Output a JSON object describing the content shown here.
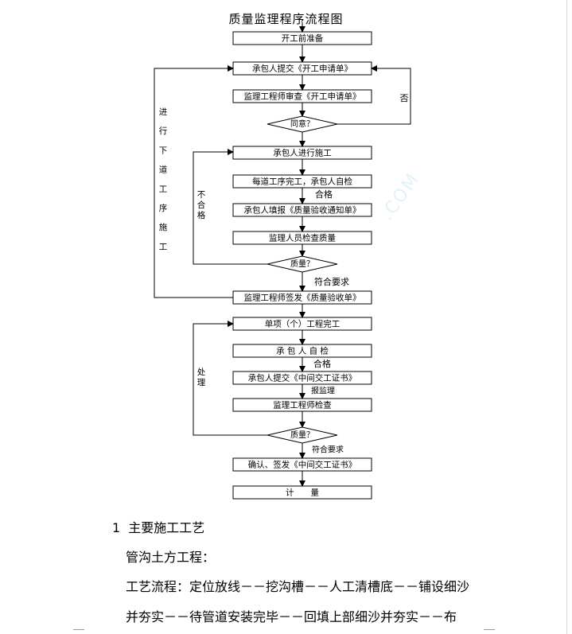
{
  "title": "质量监理程序流程图",
  "flow": {
    "boxes": [
      "开工前准备",
      "承包人提交《开工申请单》",
      "监理工程师审查《开工申请单》",
      "承包人进行施工",
      "每道工序完工，承包人自检",
      "承包人填报《质量验收通知单》",
      "监理人员检查质量",
      "监理工程师签发《质量验收单》",
      "单项（个）工程完工",
      "承 包 人 自 检",
      "承包人提交《中间交工证书》",
      "监理工程师检查",
      "确认、签发《中间交工证书》",
      "计　　量"
    ],
    "decisions": [
      "同意？",
      "质量？",
      "质量？"
    ],
    "labels": {
      "no": "否",
      "pass1": "合格",
      "pass2": "合格",
      "meets1": "符合要求",
      "meets2": "符合要求",
      "report": "报监理",
      "fail_chars": [
        "不",
        "合",
        "格"
      ],
      "handle_chars": [
        "处",
        "理"
      ],
      "next_chars": [
        "进",
        "行",
        "下",
        "道",
        "工",
        "序",
        "施",
        "工"
      ]
    }
  },
  "watermark": ".COM",
  "section": {
    "number": "1",
    "heading": "主要施工工艺",
    "subheading": "管沟土方工程：",
    "line1": "工艺流程：定位放线－－挖沟槽－－人工清槽底－－铺设细沙",
    "line2": "并夯实－－待管道安装完毕－－回填上部细沙并夯实－－布"
  }
}
